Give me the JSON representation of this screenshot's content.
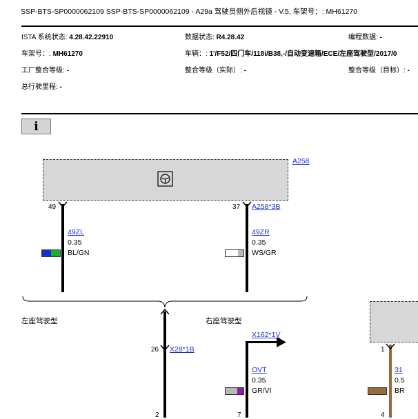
{
  "title": "SSP-BTS-SP0000062109 SSP-BTS-SP0000062109 - A29a 驾驶员侧外后视镜 - V.5, 车架号：: MH61270",
  "meta": {
    "ista_label": "ISTA 系统状态:",
    "ista_value": "4.28.42.22910",
    "data_label": "数据状态:",
    "data_value": "R4.28.42",
    "prog_label": "编程数据:",
    "prog_value": "-",
    "vin_label": "车架号：:",
    "vin_value": "MH61270",
    "vehicle_label": "车辆：:",
    "vehicle_value": "1'/F52/四门车/118i/B38,-/自动变速箱/ECE/左座驾驶型/2017/0",
    "factory_label": "工厂整合等级:",
    "factory_value": "-",
    "actual_label": "整合等级（实际）:",
    "actual_value": "-",
    "target_label": "整合等级（目标）:",
    "target_value": "-",
    "mileage_label": "总行驶里程:",
    "mileage_value": "-"
  },
  "info_icon": "i",
  "diagram": {
    "component_a258": "A258",
    "component_icon": "mirror-adjust-icon",
    "pins": {
      "a_left": "49",
      "a_right": "37",
      "a_right_ref": "A258*3B",
      "x28_top": "26",
      "x28_ref": "X28*1B",
      "bottom_left": "2",
      "bottom_mid": "7",
      "right_comp_top": "1",
      "right_comp_bottom": "4"
    },
    "wires": [
      {
        "id": "49ZL",
        "size": "0.35",
        "color_code": "BL/GN",
        "colors": [
          "#1a2ed0",
          "#17b02c"
        ]
      },
      {
        "id": "49ZR",
        "size": "0.35",
        "color_code": "WS/GR",
        "colors": [
          "#ffffff",
          "#b9b9b9"
        ]
      },
      {
        "id": "OVT",
        "size": "0.35",
        "color_code": "GR/VI",
        "colors": [
          "#b9b9b9",
          "#8b1ea8"
        ]
      },
      {
        "id": "31",
        "size": "0.5",
        "color_code": "BR",
        "colors": [
          "#9a6a3a",
          "#9a6a3a"
        ]
      }
    ],
    "left_drive": "左座驾驶型",
    "right_drive": "右座驾驶型",
    "x162_ref": "X162*1V",
    "wire_brown": "#9a6a3a"
  }
}
